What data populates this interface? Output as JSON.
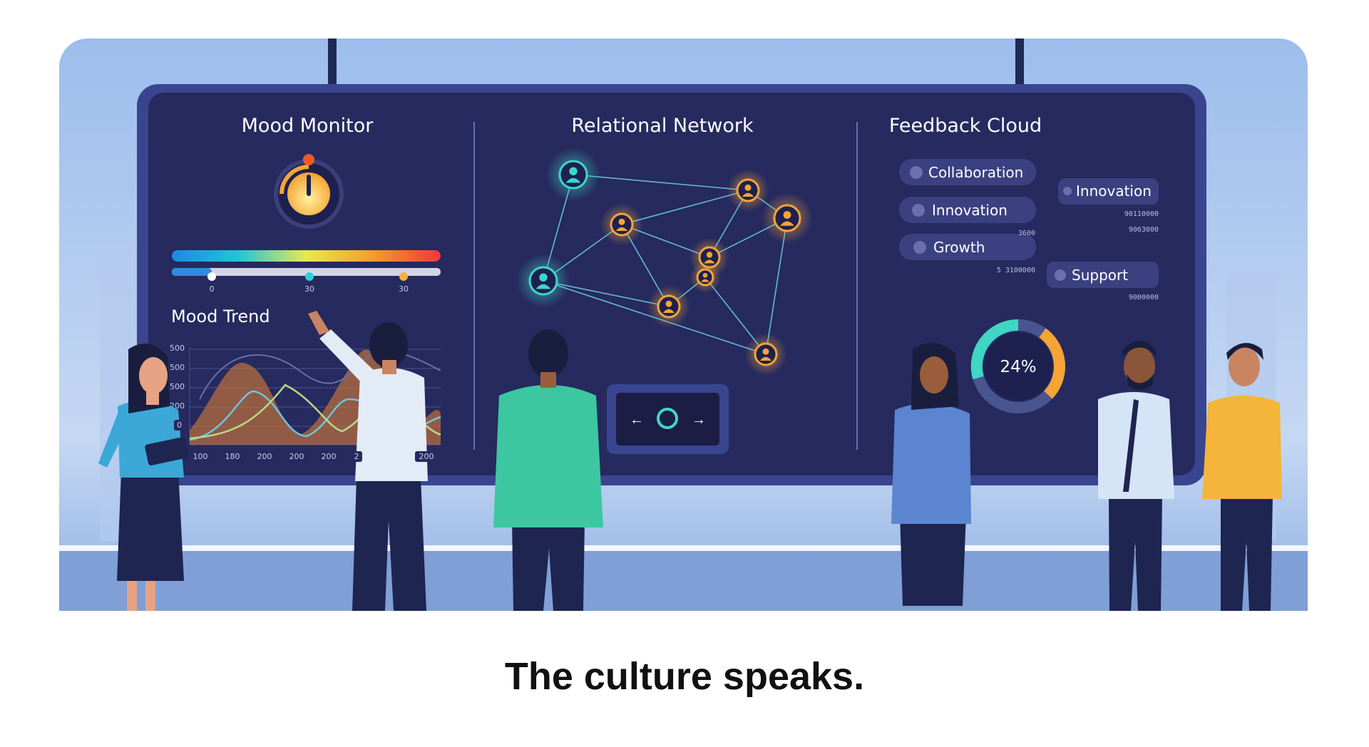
{
  "caption": "The culture speaks.",
  "mood_monitor": {
    "title": "Mood Monitor",
    "slider_labels": [
      "0",
      "30",
      "30"
    ],
    "trend_title": "Mood Trend",
    "y_ticks": [
      "500",
      "500",
      "500",
      "200",
      "0"
    ],
    "x_ticks": [
      "100",
      "180",
      "200",
      "200",
      "200",
      "2",
      "200"
    ]
  },
  "relational_network": {
    "title": "Relational Network",
    "nav": {
      "prev_icon": "arrow-left-icon",
      "center_icon": "circle-icon",
      "next_icon": "arrow-right-icon"
    }
  },
  "feedback_cloud": {
    "title": "Feedback Cloud",
    "chips": [
      {
        "label": "Collaboration"
      },
      {
        "label": "Innovation"
      },
      {
        "label": "Growth"
      },
      {
        "label": "Innovation"
      },
      {
        "label": "Support"
      }
    ],
    "small_labels": [
      "3600",
      "5 3100000",
      "90110000",
      "9063000",
      "9000000"
    ],
    "donut": {
      "label": "24%",
      "value": 24
    }
  },
  "colors": {
    "panel": "#262a5e",
    "teal": "#3fd6c4",
    "orange": "#f6a436",
    "sky": "#a9c6ee"
  }
}
